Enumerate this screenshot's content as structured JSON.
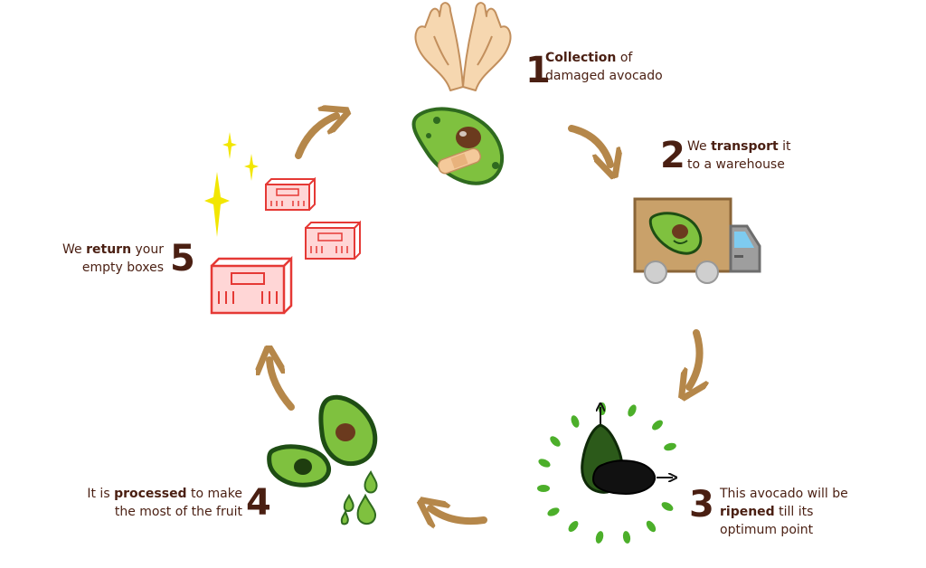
{
  "steps": [
    {
      "number": "1",
      "lines": [
        [
          {
            "t": "Collection",
            "bold": true
          },
          {
            "t": " of"
          }
        ],
        [
          {
            "t": "damaged avocado"
          }
        ]
      ]
    },
    {
      "number": "2",
      "lines": [
        [
          {
            "t": "We "
          },
          {
            "t": "transport",
            "bold": true
          },
          {
            "t": " it"
          }
        ],
        [
          {
            "t": "to a warehouse"
          }
        ]
      ]
    },
    {
      "number": "3",
      "lines": [
        [
          {
            "t": "This avocado will be"
          }
        ],
        [
          {
            "t": "ripened",
            "bold": true
          },
          {
            "t": " till its"
          }
        ],
        [
          {
            "t": "optimum point"
          }
        ]
      ]
    },
    {
      "number": "4",
      "lines": [
        [
          {
            "t": "It is "
          },
          {
            "t": "processed",
            "bold": true
          },
          {
            "t": " to make"
          }
        ],
        [
          {
            "t": "the most of the fruit"
          }
        ]
      ]
    },
    {
      "number": "5",
      "lines": [
        [
          {
            "t": "We "
          },
          {
            "t": "return",
            "bold": true
          },
          {
            "t": " your"
          }
        ],
        [
          {
            "t": "empty boxes"
          }
        ]
      ]
    }
  ],
  "colors": {
    "text": "#4a1f12",
    "arrow": "#b5874a",
    "avocado_green": "#7fc13f",
    "avocado_dark": "#2f6a1f",
    "box_red": "#e53935",
    "truck_brown": "#c9a16a",
    "sparkle": "#f2e600"
  },
  "icons": [
    "open-hands-icon",
    "damaged-avocado-icon",
    "truck-icon",
    "ripening-avocado-icon",
    "processed-avocado-icon",
    "empty-boxes-icon",
    "sparkle-icon"
  ]
}
